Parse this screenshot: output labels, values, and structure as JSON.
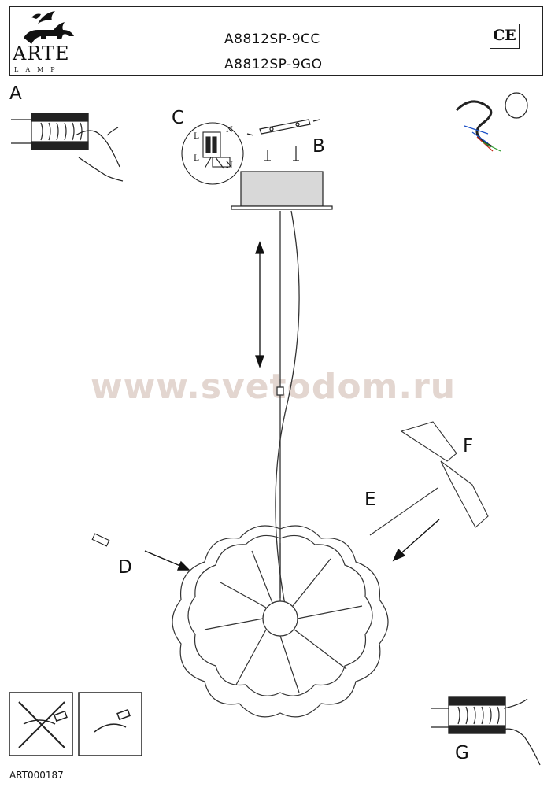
{
  "header": {
    "brand": "ARTE",
    "brand_sub": "LAMP",
    "model_1": "A8812SP-9CC",
    "model_2": "A8812SP-9GO",
    "cert_mark": "CE"
  },
  "labels": {
    "a": "A",
    "b": "B",
    "c": "C",
    "d": "D",
    "e": "E",
    "f": "F",
    "g": "G"
  },
  "terminal_letters": {
    "l_top": "L",
    "n_top": "N",
    "l_bottom": "L",
    "n_bottom": "N"
  },
  "watermark": "www.svetodom.ru",
  "footer": {
    "code": "ART000187"
  }
}
